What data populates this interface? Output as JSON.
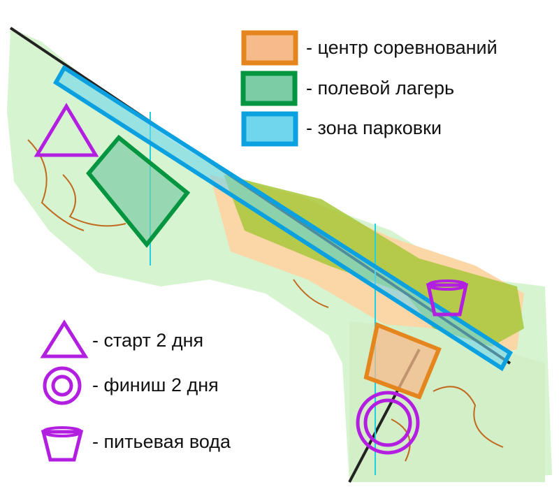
{
  "legend_top": [
    {
      "label": "- центр соревнований",
      "fill": "#f7bb8b",
      "stroke": "#e5851d"
    },
    {
      "label": "- полевой лагерь",
      "fill": "#7ccca6",
      "stroke": "#03953f"
    },
    {
      "label": "- зона парковки",
      "fill": "#70d6ee",
      "stroke": "#0ba0e0"
    }
  ],
  "legend_bottom": [
    {
      "icon": "triangle-icon",
      "label": "- старт 2 дня"
    },
    {
      "icon": "double-circle-icon",
      "label": "- финиш 2 дня"
    },
    {
      "icon": "cup-icon",
      "label": "- питьевая вода"
    }
  ],
  "colors": {
    "symbol": "#b21fe0",
    "forest": "#c8efc0",
    "field": "#fbd7a8",
    "green": "#9cbf2a"
  }
}
